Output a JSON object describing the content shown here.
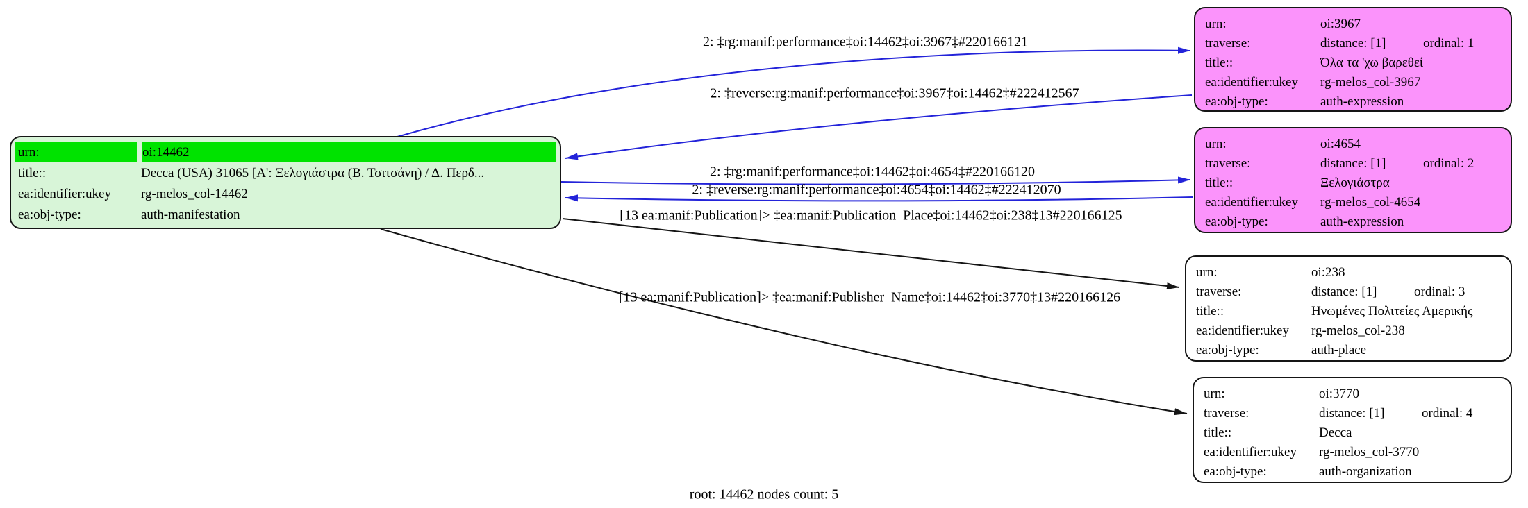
{
  "footer": "root: 14462 nodes count: 5",
  "colors": {
    "edge-blue": "#2323d9",
    "edge-black": "#151515",
    "root-bg": "#d8f5d8",
    "root-highlight": "#00e300",
    "expression-bg": "#fb93fb",
    "plain-bg": "#ffffff",
    "node-border": "#151515"
  },
  "field_labels": {
    "urn": "urn:",
    "traverse": "traverse:",
    "title": "title::",
    "identifier": "ea:identifier:ukey",
    "objtype": "ea:obj-type:"
  },
  "nodes": [
    {
      "urn": "oi:14462",
      "title": "Decca (USA) 31065 [Α': Ξελογιάστρα (Β. Τσιτσάνη) / Δ. Περδ...",
      "identifier": "rg-melos_col-14462",
      "objtype": "auth-manifestation"
    },
    {
      "urn": "oi:3967",
      "distance": "distance: [1]",
      "ordinal": "ordinal: 1",
      "title": "Όλα τα 'χω βαρεθεί",
      "identifier": "rg-melos_col-3967",
      "objtype": "auth-expression"
    },
    {
      "urn": "oi:4654",
      "distance": "distance: [1]",
      "ordinal": "ordinal: 2",
      "title": "Ξελογιάστρα",
      "identifier": "rg-melos_col-4654",
      "objtype": "auth-expression"
    },
    {
      "urn": "oi:238",
      "distance": "distance: [1]",
      "ordinal": "ordinal: 3",
      "title": "Ηνωμένες Πολιτείες Αμερικής",
      "identifier": "rg-melos_col-238",
      "objtype": "auth-place"
    },
    {
      "urn": "oi:3770",
      "distance": "distance: [1]",
      "ordinal": "ordinal: 4",
      "title": "Decca",
      "identifier": "rg-melos_col-3770",
      "objtype": "auth-organization"
    }
  ],
  "edges": [
    {
      "label": "2: ‡rg:manif:performance‡oi:14462‡oi:3967‡#220166121"
    },
    {
      "label": "2: ‡reverse:rg:manif:performance‡oi:3967‡oi:14462‡#222412567"
    },
    {
      "label": "2: ‡rg:manif:performance‡oi:14462‡oi:4654‡#220166120"
    },
    {
      "label": "2: ‡reverse:rg:manif:performance‡oi:4654‡oi:14462‡#222412070"
    },
    {
      "label": "[13 ea:manif:Publication]> ‡ea:manif:Publication_Place‡oi:14462‡oi:238‡13#220166125"
    },
    {
      "label": "[13 ea:manif:Publication]> ‡ea:manif:Publisher_Name‡oi:14462‡oi:3770‡13#220166126"
    }
  ]
}
